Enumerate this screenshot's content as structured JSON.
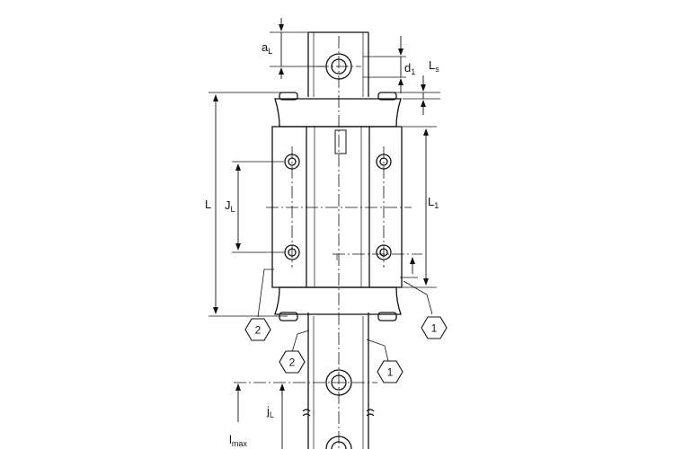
{
  "labels": {
    "aL": {
      "main": "a",
      "sub": "L"
    },
    "d1": {
      "main": "d",
      "sub": "1"
    },
    "Ls": {
      "main": "L",
      "sub": "s"
    },
    "L": {
      "main": "L",
      "sub": ""
    },
    "JL": {
      "main": "J",
      "sub": "L"
    },
    "L1": {
      "main": "L",
      "sub": "1"
    },
    "jL": {
      "main": "j",
      "sub": "L"
    },
    "lmax": {
      "main": "l",
      "sub": "max"
    }
  },
  "callouts": {
    "carriage_right": "1",
    "carriage_left": "2",
    "rail_left": "2",
    "rail_right": "1"
  }
}
